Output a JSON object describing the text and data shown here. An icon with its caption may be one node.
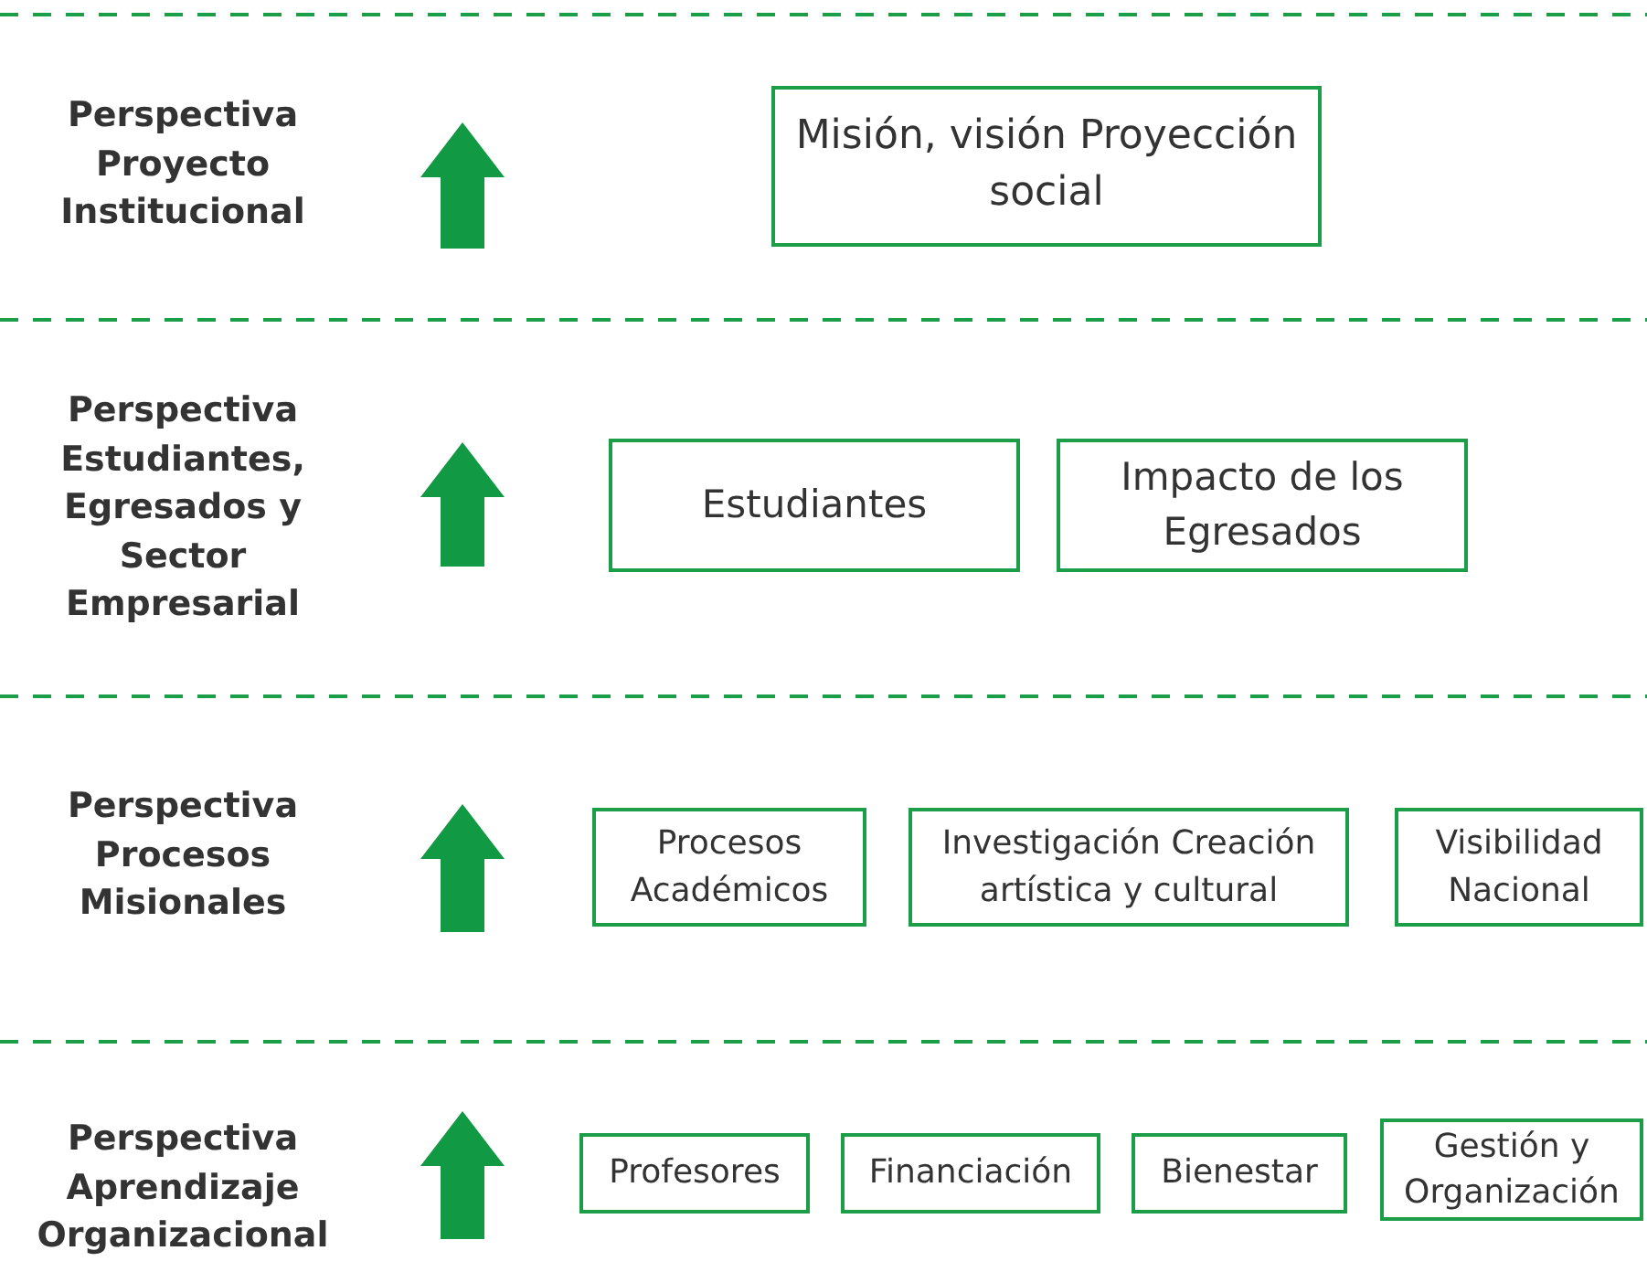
{
  "diagram": {
    "nodes": [
      {
        "text": [
          "Misión, visión Proyección social"
        ]
      },
      {
        "text": [
          "Estudiantes"
        ]
      },
      {
        "text": [
          "Impacto de los Egresados"
        ]
      },
      {
        "text": [
          "Procesos Académicos"
        ]
      },
      {
        "text": [
          "Investigación Creación artística y cultural"
        ]
      },
      {
        "text": [
          "Visibilidad Nacional"
        ]
      },
      {
        "text": [
          "Profesores"
        ]
      },
      {
        "text": [
          "Financiación"
        ]
      },
      {
        "text": [
          "Bienestar"
        ]
      },
      {
        "text": [
          "Gestión y Organización"
        ]
      }
    ],
    "labels": [
      "Perspectiva Proyecto Institucional",
      "Perspectiva Estudiantes, Egresados y Sector Empresarial",
      "Perspectiva Procesos Misionales",
      "Perspectiva Aprendizaje Organizacional"
    ]
  }
}
